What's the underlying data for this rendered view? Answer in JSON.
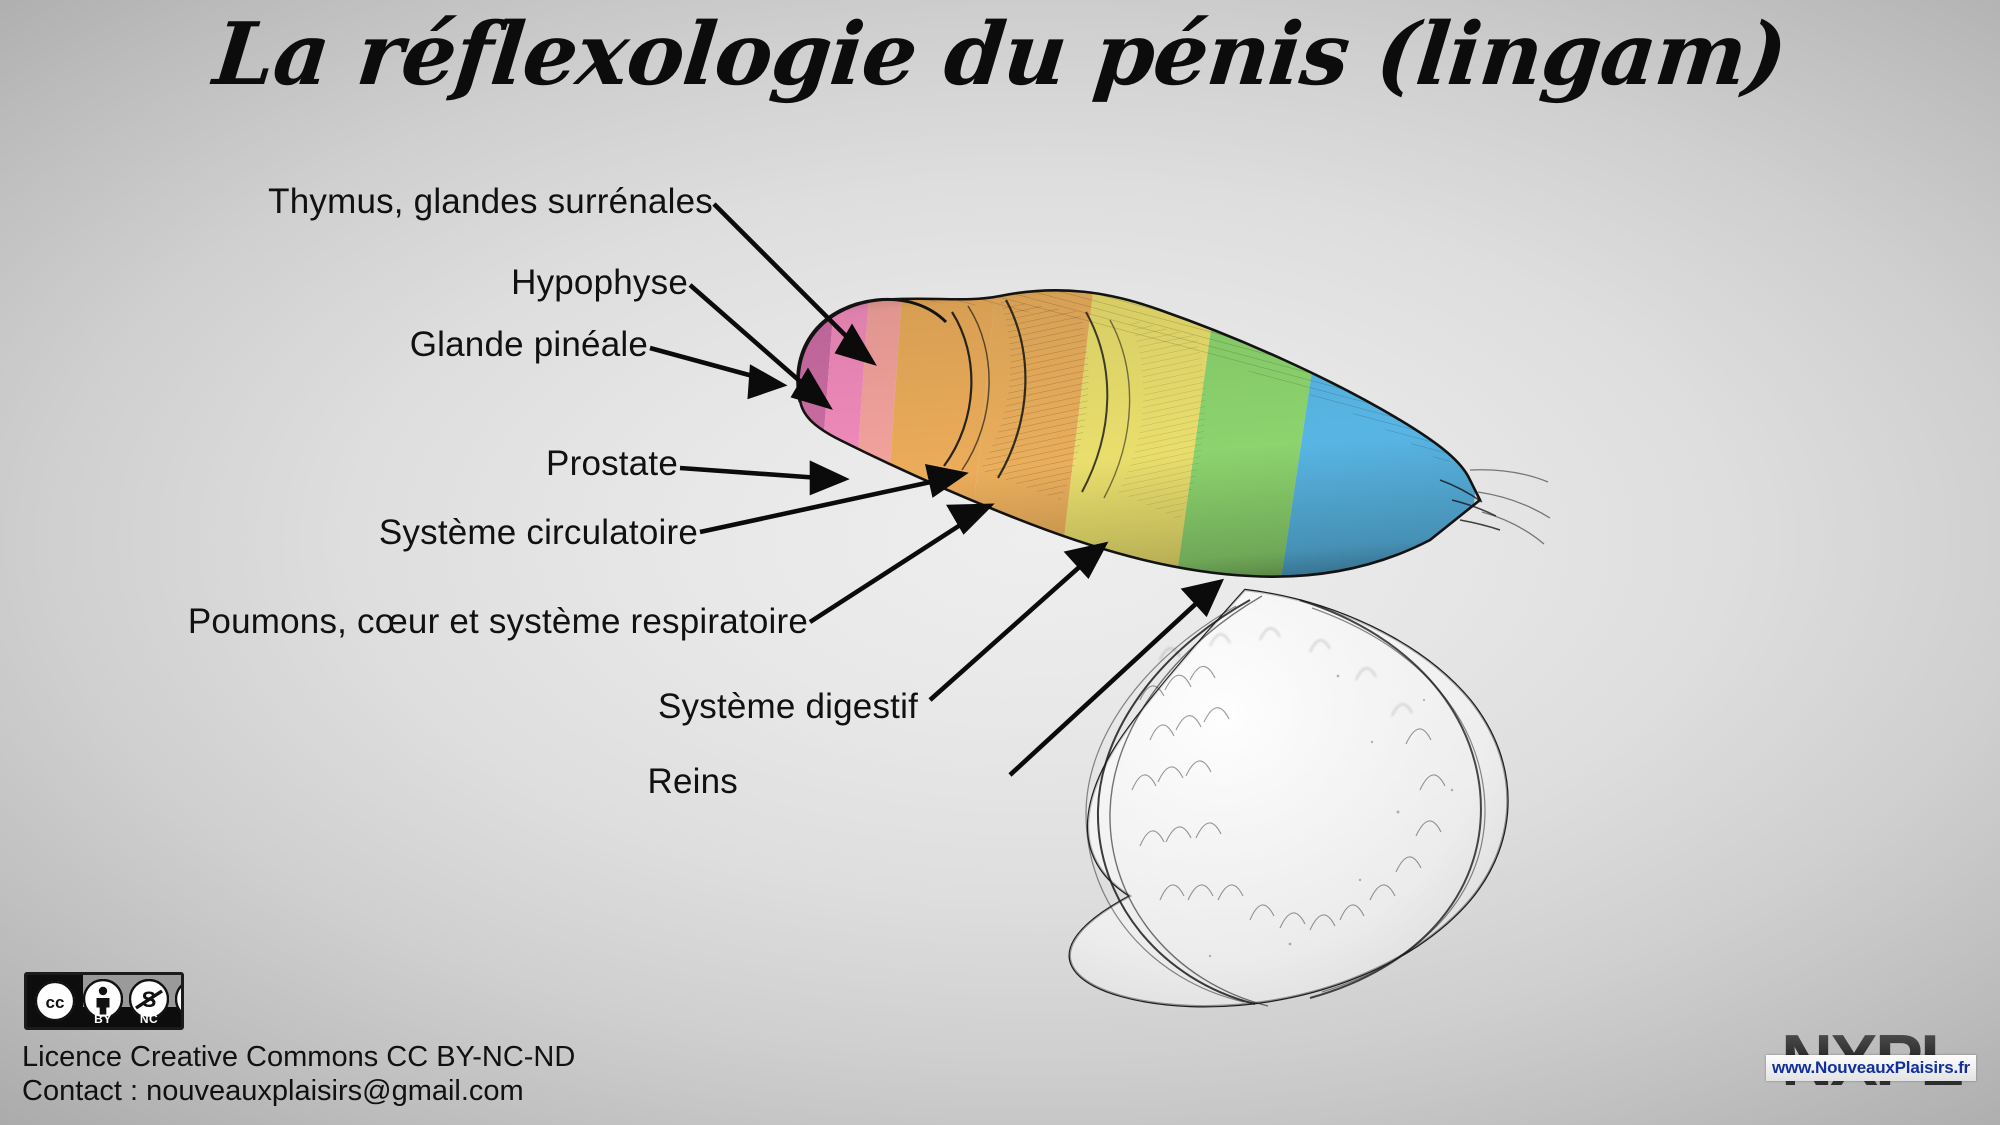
{
  "title": "La réflexologie du pénis (lingam)",
  "labels": [
    {
      "id": "thymus",
      "text": "Thymus, glandes surrénales"
    },
    {
      "id": "hypophyse",
      "text": "Hypophyse"
    },
    {
      "id": "pineale",
      "text": "Glande pinéale"
    },
    {
      "id": "prostate",
      "text": "Prostate"
    },
    {
      "id": "circulatoire",
      "text": "Système circulatoire"
    },
    {
      "id": "poumons",
      "text": "Poumons, cœur et système respiratoire"
    },
    {
      "id": "digestif",
      "text": "Système digestif"
    },
    {
      "id": "reins",
      "text": "Reins"
    }
  ],
  "zones": [
    {
      "name": "glande-pineale-zone",
      "color": "#d16fa8"
    },
    {
      "name": "hypophyse-zone",
      "color": "#f78ec0"
    },
    {
      "name": "thymus-zone",
      "color": "#f9a6a0"
    },
    {
      "name": "prostate-zone",
      "color": "#f0b05c"
    },
    {
      "name": "circulatoire-zone",
      "color": "#efb25e"
    },
    {
      "name": "respiratoire-zone",
      "color": "#eee36f"
    },
    {
      "name": "digestif-zone",
      "color": "#8fd870"
    },
    {
      "name": "reins-zone",
      "color": "#5ab9e8"
    }
  ],
  "license": {
    "badge_cc": "CC",
    "badge_by": "BY",
    "badge_nc": "NC",
    "badge_nd": "ND",
    "line1": "Licence Creative Commons CC BY-NC-ND",
    "line2": "Contact : nouveauxplaisirs@gmail.com"
  },
  "watermark": {
    "word": "NXPL",
    "url": "www.NouveauxPlaisirs.fr"
  },
  "palette": {
    "background_center": "#ededed",
    "background_edge": "#a8a8a8",
    "ink": "#111111",
    "link_blue": "#12309c"
  }
}
